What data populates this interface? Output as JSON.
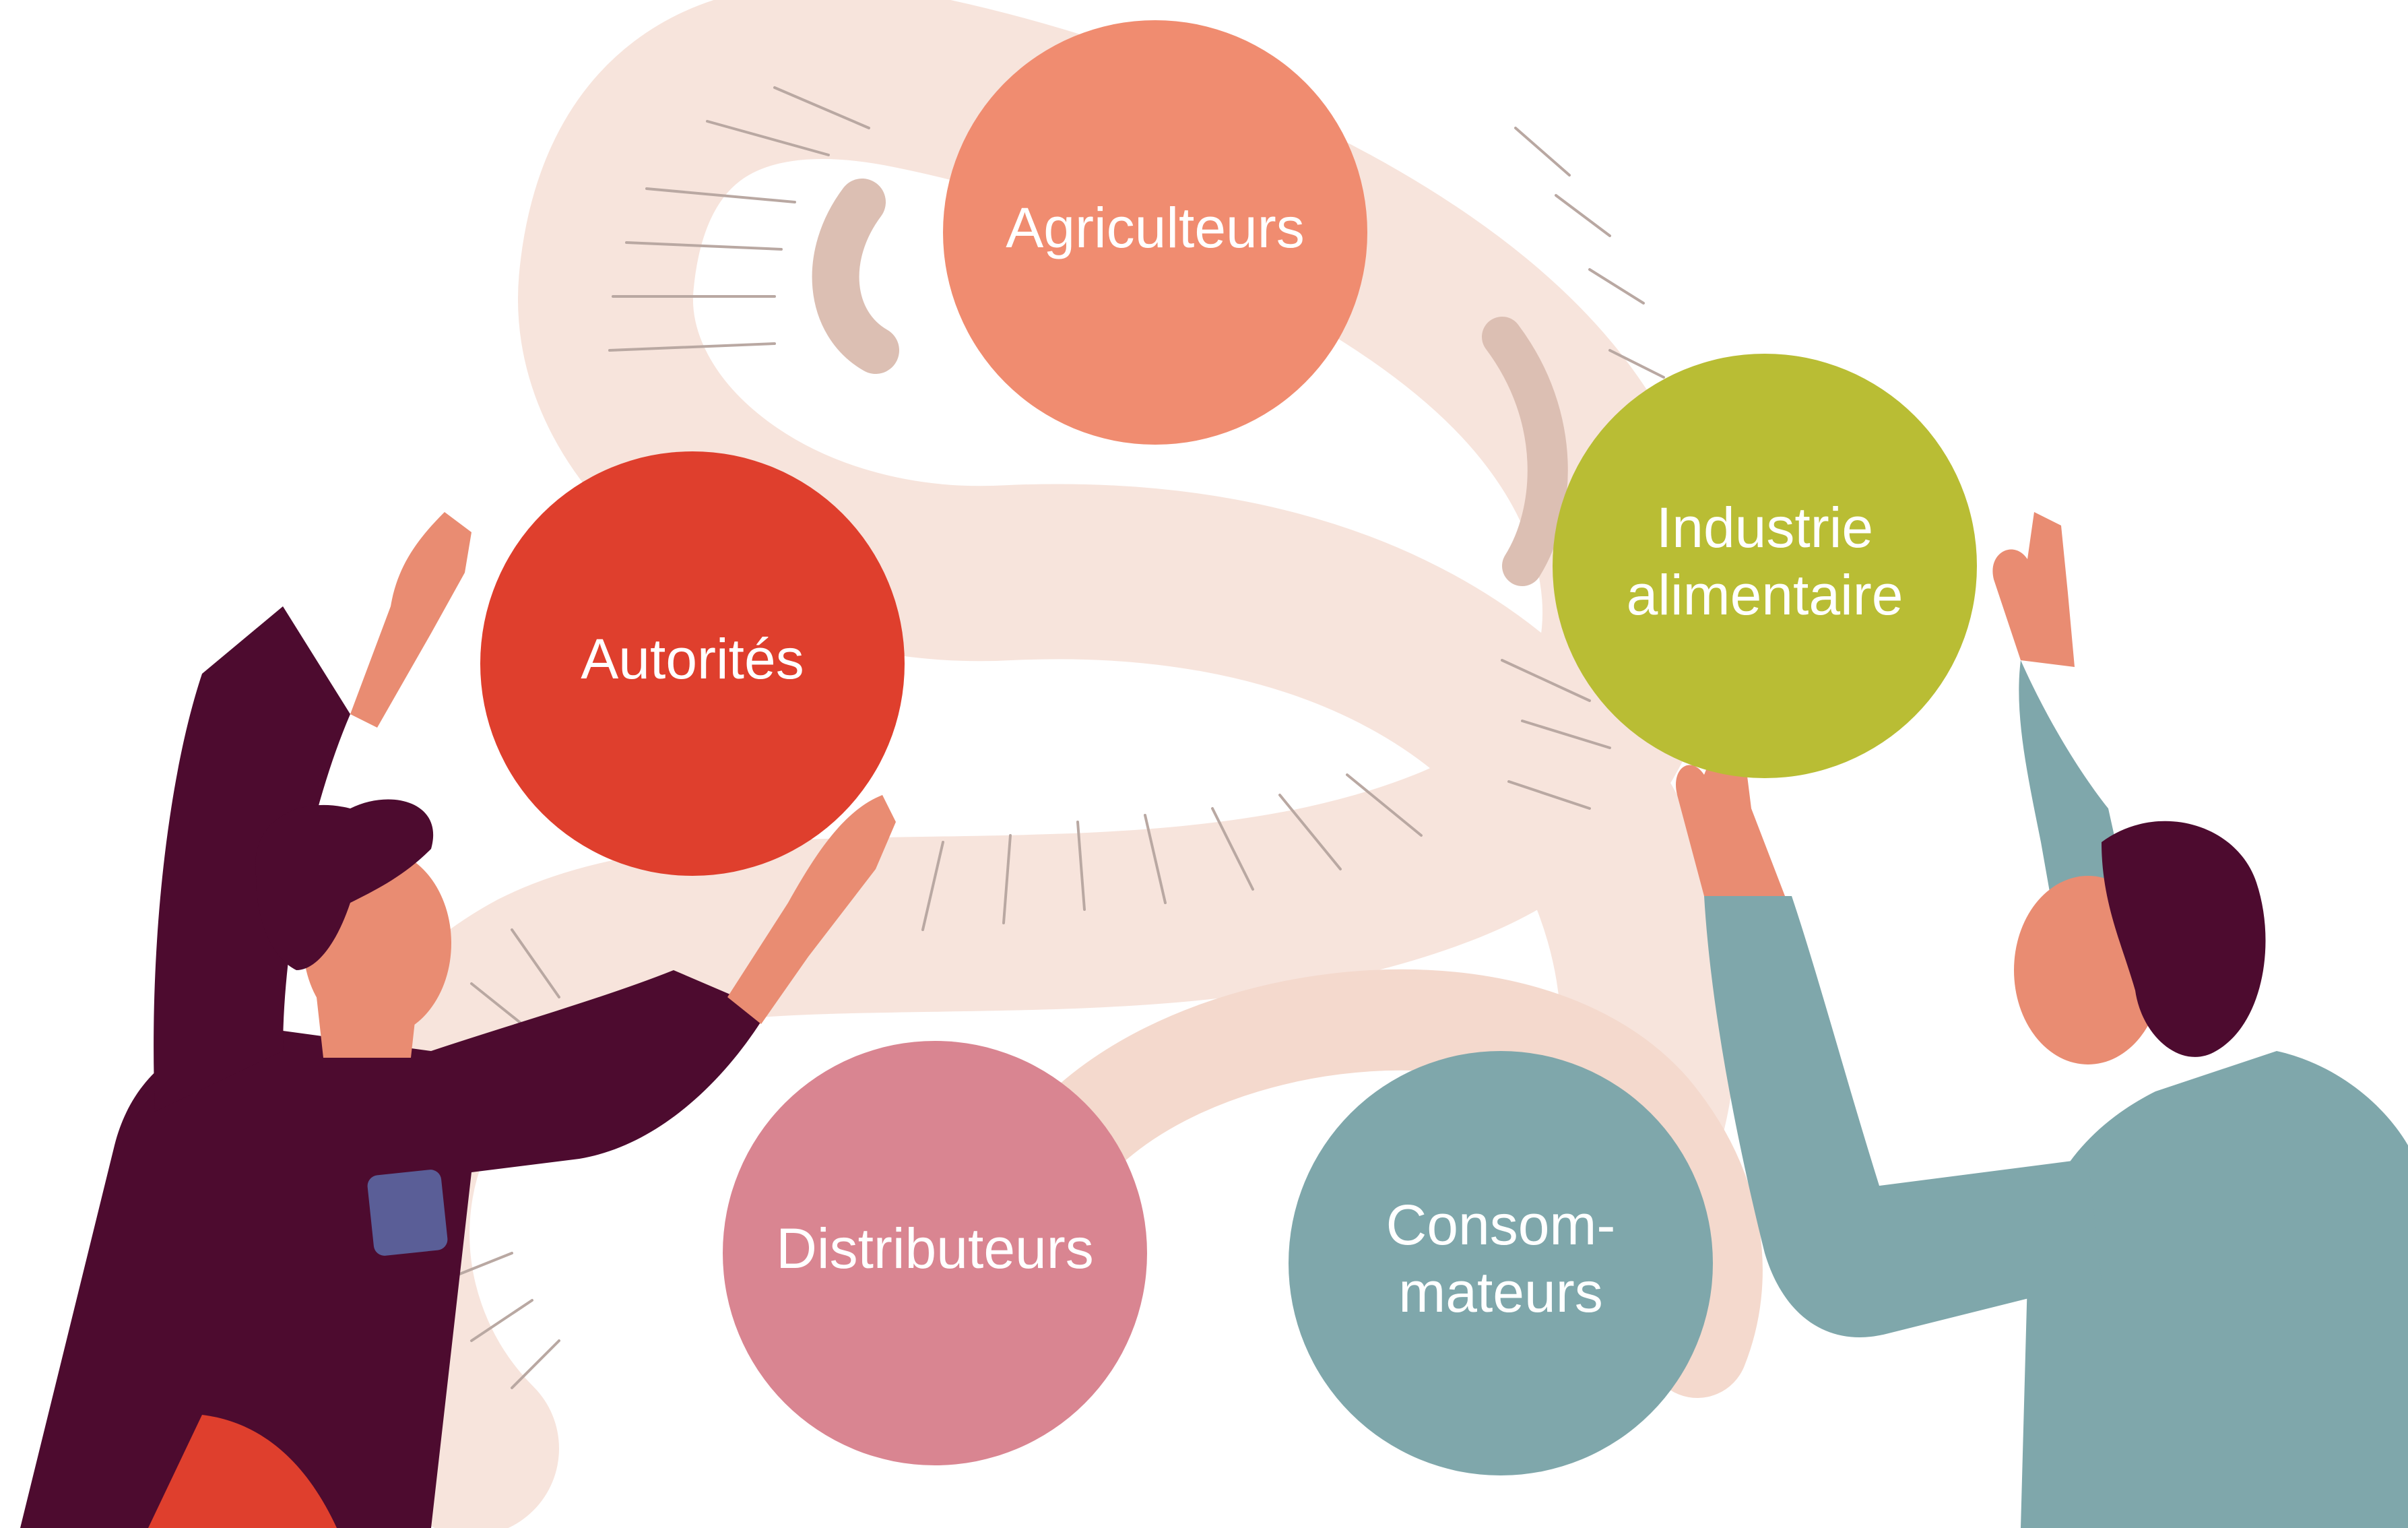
{
  "diagram": {
    "nodes": [
      {
        "id": "agriculteurs",
        "lines": [
          "Agriculteurs"
        ],
        "color": "#f08c70"
      },
      {
        "id": "autorites",
        "lines": [
          "Autorités"
        ],
        "color": "#df3f2d"
      },
      {
        "id": "industrie",
        "lines": [
          "Industrie",
          "alimentaire"
        ],
        "color": "#b9bd34"
      },
      {
        "id": "distributeurs",
        "lines": [
          "Distributeurs"
        ],
        "color": "#d98591"
      },
      {
        "id": "consommateurs",
        "lines": [
          "Consom-",
          "mateurs"
        ],
        "color": "#7fa7ab"
      }
    ],
    "ribbon_color": "#f7e4dc",
    "person_left": {
      "shirt_color": "#4d0b2f",
      "hair_color": "#4d0b2f",
      "skin_color": "#e98c72",
      "pocket_color": "#5a5e97"
    },
    "person_right": {
      "shirt_color": "#7fa7ab",
      "hair_color": "#4d0b2f",
      "skin_color": "#e98c72"
    }
  }
}
